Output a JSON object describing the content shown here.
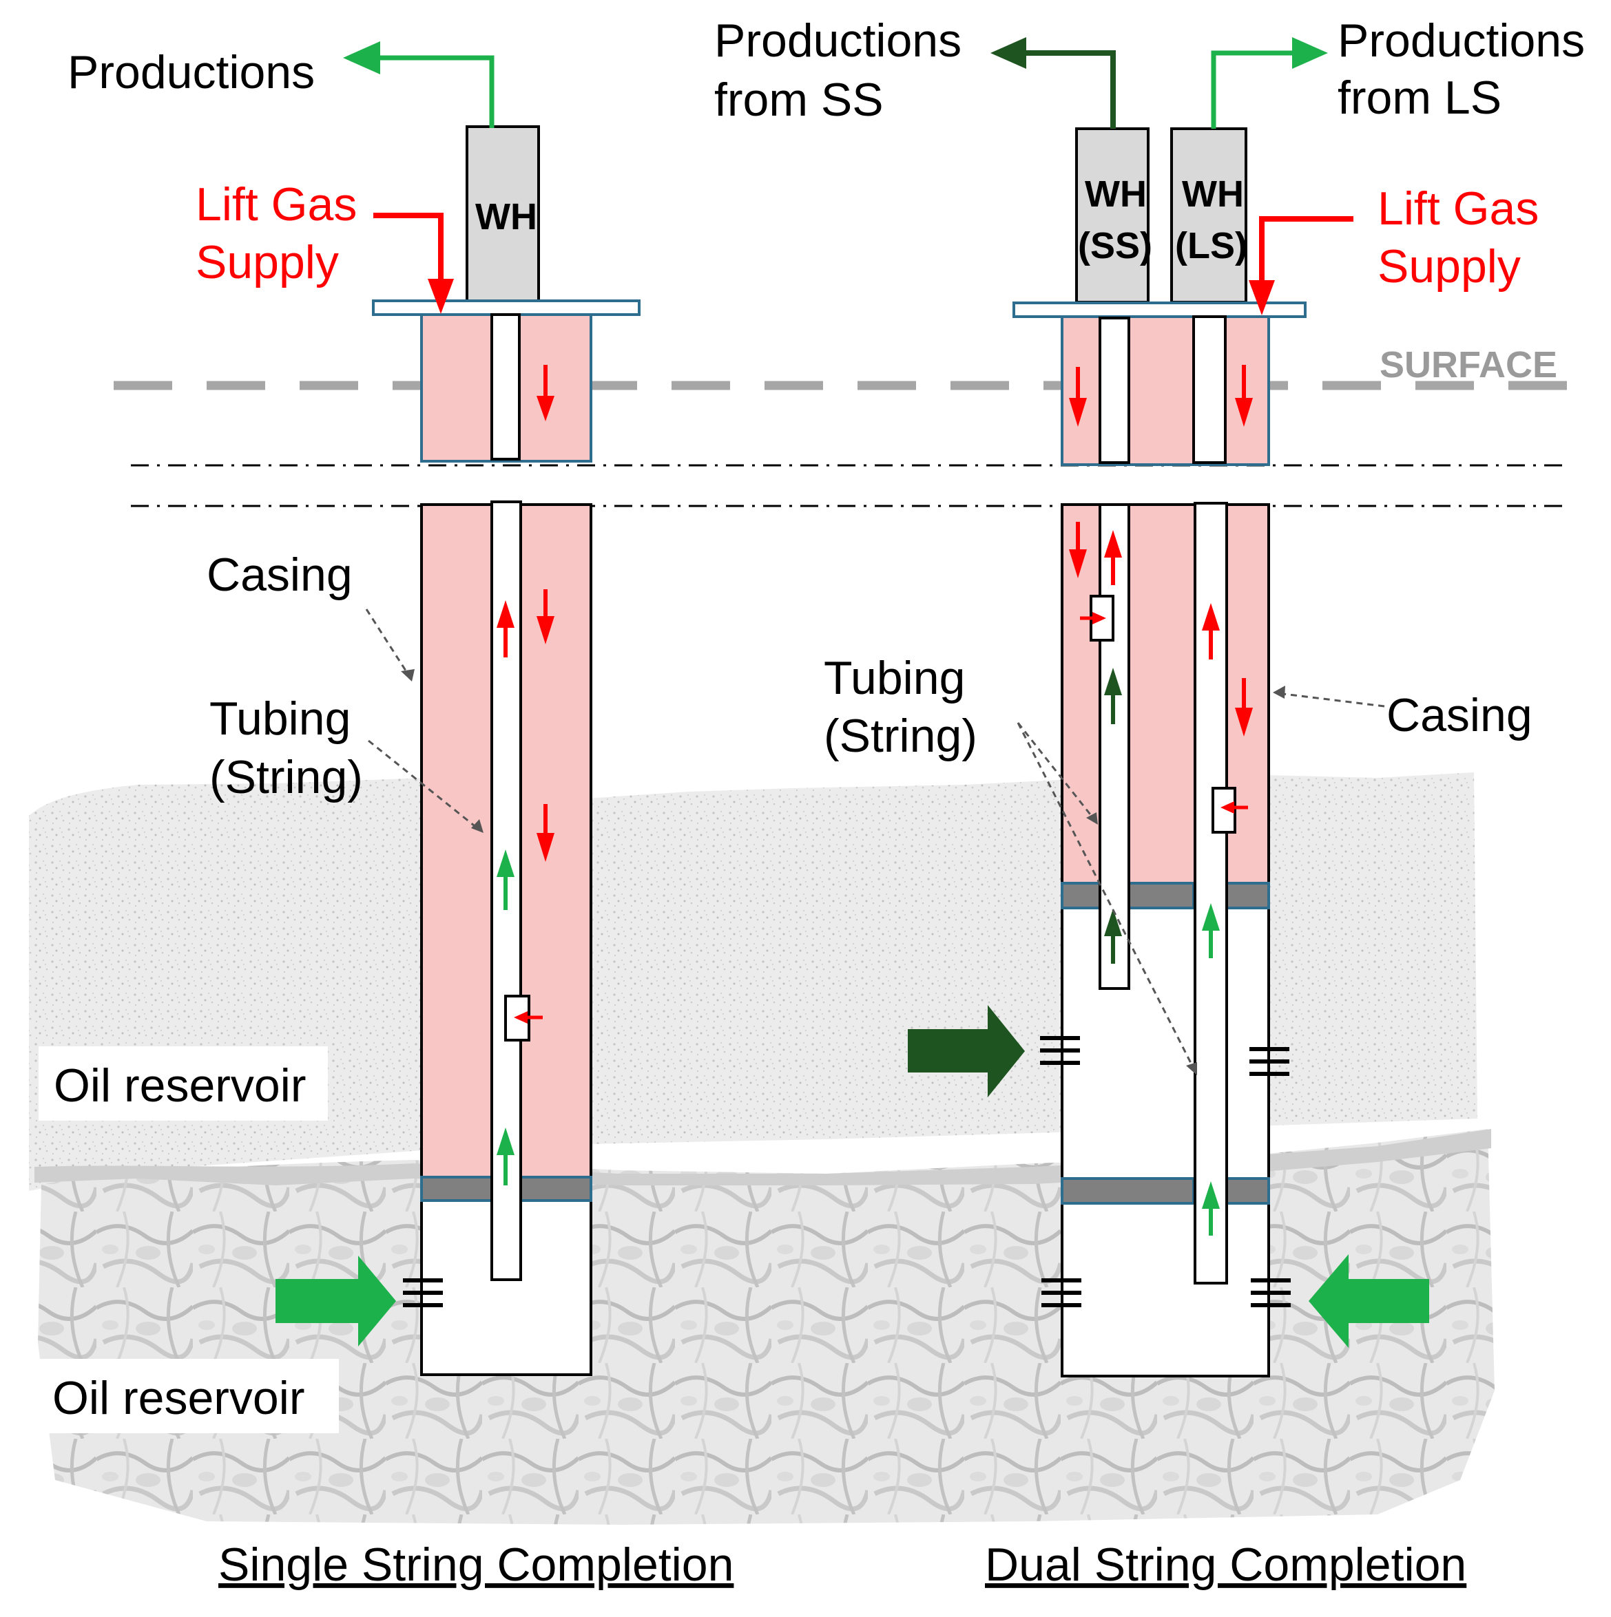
{
  "labels": {
    "productions": "Productions",
    "lift_gas_supply_left_line1": "Lift Gas",
    "lift_gas_supply_left_line2": "Supply",
    "wh_left": "WH",
    "casing_left": "Casing",
    "tubing_left_line1": "Tubing",
    "tubing_left_line2": "(String)",
    "oil_reservoir_upper": "Oil reservoir",
    "oil_reservoir_lower": "Oil reservoir",
    "productions_from_ss_line1": "Productions",
    "productions_from_ss_line2": "from SS",
    "productions_from_ls_line1": "Productions",
    "productions_from_ls_line2": "from LS",
    "wh_ss_line1": "WH",
    "wh_ss_line2": "(SS)",
    "wh_ls_line1": "WH",
    "wh_ls_line2": "(LS)",
    "lift_gas_supply_right_line1": "Lift Gas",
    "lift_gas_supply_right_line2": "Supply",
    "surface": "SURFACE",
    "tubing_right_line1": "Tubing",
    "tubing_right_line2": "(String)",
    "casing_right": "Casing",
    "caption_single": "Single String Completion",
    "caption_dual": "Dual String Completion"
  },
  "colors": {
    "lift_gas": "#ff0000",
    "production_light": "#1db14b",
    "production_dark": "#1e5420",
    "annulus": "#f9c6c6",
    "packer": "#808080",
    "outline": "#2f6d8f",
    "surface_line": "#a6a6a6"
  }
}
